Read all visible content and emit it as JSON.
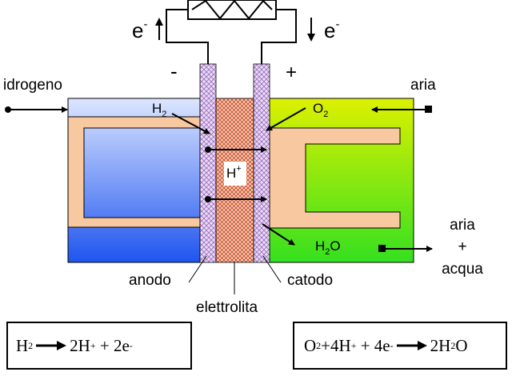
{
  "labels": {
    "electron_left": "e",
    "electron_right": "e",
    "electron_sign": "-",
    "terminal_minus": "-",
    "terminal_plus": "+",
    "hydrogen_in": "idrogeno",
    "air_in": "aria",
    "air_water_out_1": "aria",
    "air_water_out_2": "+",
    "air_water_out_3": "acqua",
    "anode": "anodo",
    "cathode": "catodo",
    "electrolyte": "elettrolita"
  },
  "species": {
    "h2_main": "H",
    "h2_sub": "2",
    "o2_main": "O",
    "o2_sub": "2",
    "hplus_main": "H",
    "hplus_sup": "+",
    "h2o_h": "H",
    "h2o_sub": "2",
    "h2o_o": "O"
  },
  "equations": {
    "anode": {
      "h": "H",
      "h_sub": "2",
      "product": "2H",
      "product_sup": "+",
      "plus": " + 2e",
      "e_sup": "-"
    },
    "cathode": {
      "o": "O",
      "o_sub": "2",
      "plus1": "+4H",
      "plus1_sup": "+",
      "plus2": " + 4e",
      "e_sup": "-",
      "product": "2H",
      "product_sub": "2",
      "product_o": "O"
    }
  },
  "colors": {
    "hydrogen_top": "#dde6ff",
    "hydrogen_bottom": "#1f55ee",
    "air_top": "#ddf000",
    "air_bottom": "#35e020",
    "channel": "#f8c8a0",
    "electrode": "#d8b8ee",
    "electrolyte": "#f3d0b8",
    "electrolyte_hatch": "#c84020"
  }
}
